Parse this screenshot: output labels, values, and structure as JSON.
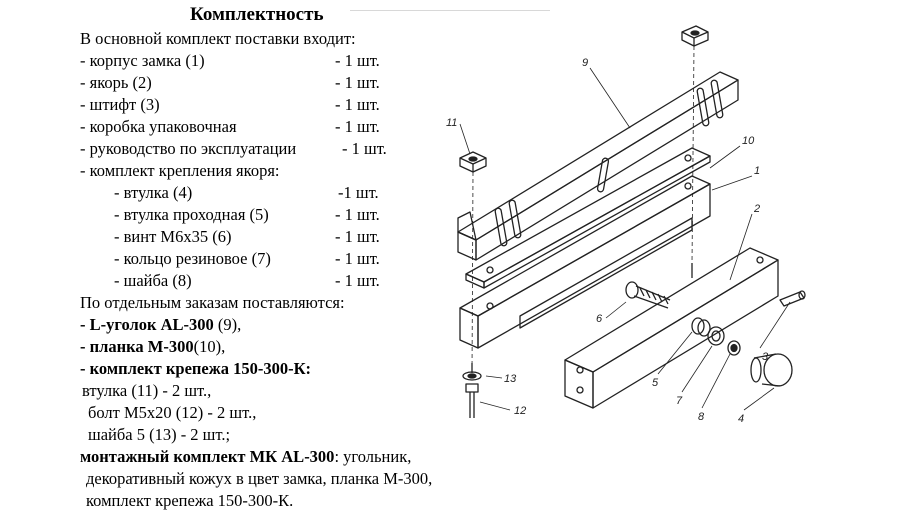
{
  "title": "Комплектность",
  "intro": "В основной комплект поставки  входит:",
  "main_items": [
    {
      "label": "- корпус замка (1)",
      "qty": "- 1 шт."
    },
    {
      "label": "- якорь (2)",
      "qty": "- 1 шт."
    },
    {
      "label": "- штифт (3)",
      "qty": "- 1 шт."
    },
    {
      "label": "- коробка упаковочная",
      "qty": "- 1 шт."
    },
    {
      "label": "- руководство по эксплуатации",
      "qty": "- 1 шт."
    },
    {
      "label": "- комплект крепления якоря:",
      "qty": ""
    }
  ],
  "sub_items": [
    {
      "label": "- втулка (4)",
      "qty": "-1 шт."
    },
    {
      "label": "- втулка проходная (5)",
      "qty": "- 1 шт."
    },
    {
      "label": "- винт М6х35  (6)",
      "qty": "- 1 шт."
    },
    {
      "label": "- кольцо резиновое (7)",
      "qty": "- 1 шт."
    },
    {
      "label": "- шайба (8)",
      "qty": "- 1 шт."
    }
  ],
  "separate_header": "По отдельным заказам поставляются:",
  "separate_items": [
    {
      "bold": "- L-уголок AL-300",
      "rest": " (9),"
    },
    {
      "bold": "- планка M-300",
      "rest": "(10),"
    },
    {
      "bold": "- комплект крепежа 150-300-К:",
      "rest": ""
    }
  ],
  "kit_lines": [
    "втулка (11) - 2 шт.,",
    "болт М5х20 (12) - 2 шт.,",
    "шайба 5 (13) - 2 шт.;"
  ],
  "mount_kit": {
    "bold": "монтажный комплект МК AL-300",
    "rest": ": угольник,",
    "line2": "декоративный кожух в цвет замка, планка М-300,",
    "line3": "комплект крепежа 150-300-К."
  },
  "diagram_labels": [
    "9",
    "10",
    "1",
    "11",
    "2",
    "6",
    "3",
    "5",
    "7",
    "8",
    "4",
    "13",
    "12"
  ]
}
